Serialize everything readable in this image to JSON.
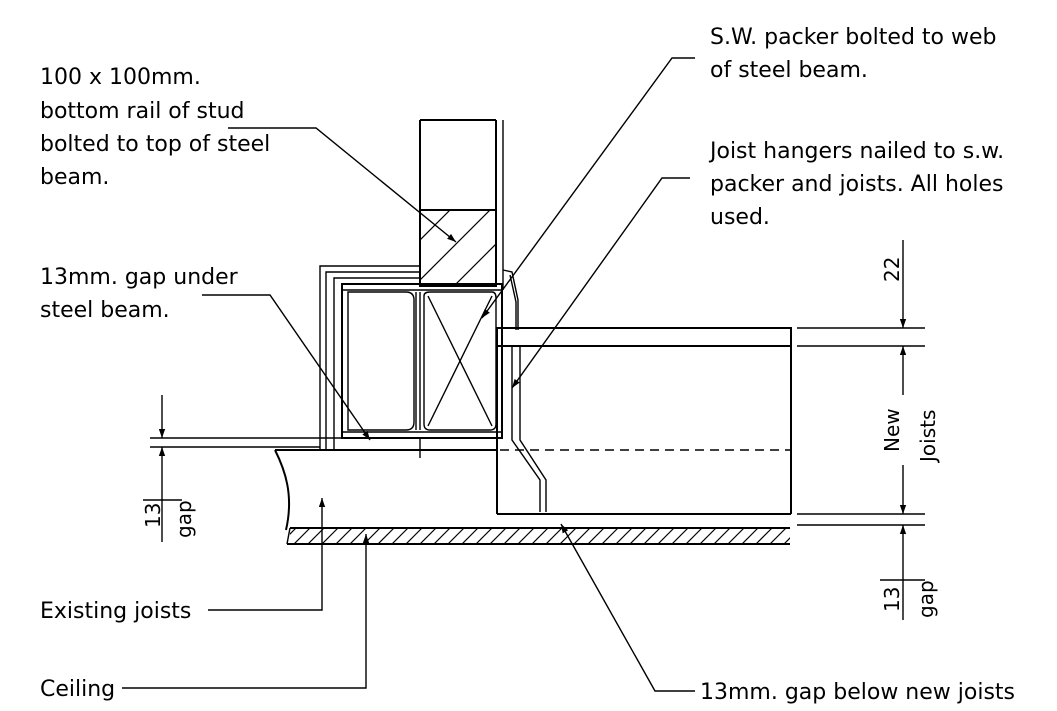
{
  "labels": {
    "bottom_rail": [
      "100 x 100mm.",
      "bottom rail of stud",
      "bolted to top of steel",
      "beam."
    ],
    "gap_under_beam": [
      "13mm. gap under",
      "steel beam."
    ],
    "packer": [
      "S.W. packer bolted to web",
      "of steel beam."
    ],
    "hangers": [
      "Joist hangers nailed to s.w.",
      "packer and joists. All holes",
      "used."
    ],
    "existing_joists": "Existing joists",
    "ceiling": "Ceiling",
    "gap_below_new": "13mm. gap below new joists"
  },
  "dimensions": {
    "left_gap_value": "13",
    "left_gap_word": "gap",
    "top_value": "22",
    "new_joists_word1": "New",
    "new_joists_word2": "Joists",
    "right_gap_value": "13",
    "right_gap_word": "gap"
  }
}
